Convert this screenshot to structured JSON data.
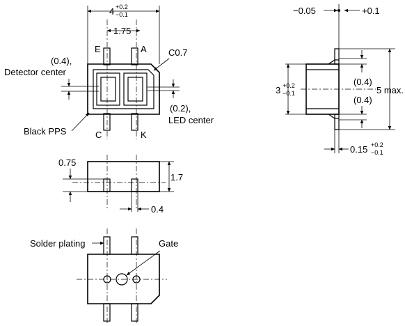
{
  "top_view": {
    "width_main": "4",
    "width_tol_plus": "+0.2",
    "width_tol_minus": "−0.1",
    "pitch": "1.75",
    "pin_e": "E",
    "pin_a": "A",
    "pin_c": "C",
    "pin_k": "K",
    "chamfer": "C0.7",
    "detector_offset": "(0.4),",
    "detector_label": "Detector center",
    "led_offset": "(0.2),",
    "led_label": "LED center",
    "material": "Black PPS"
  },
  "side_view": {
    "offset_left": "−0.05",
    "offset_right": "+0.1",
    "height_main": "3",
    "height_tol_plus": "+0.2",
    "height_tol_minus": "−0.1",
    "gap_upper": "(0.4)",
    "gap_lower": "(0.4)",
    "max_height": "5 max.",
    "lead_thickness": "0.15",
    "lead_tol_plus": "+0.2",
    "lead_tol_minus": "−0.1"
  },
  "front_view": {
    "lead_pos": "0.75",
    "body_height": "1.7",
    "lead_width": "0.4"
  },
  "bottom_view": {
    "solder_label": "Solder plating",
    "gate_label": "Gate"
  }
}
